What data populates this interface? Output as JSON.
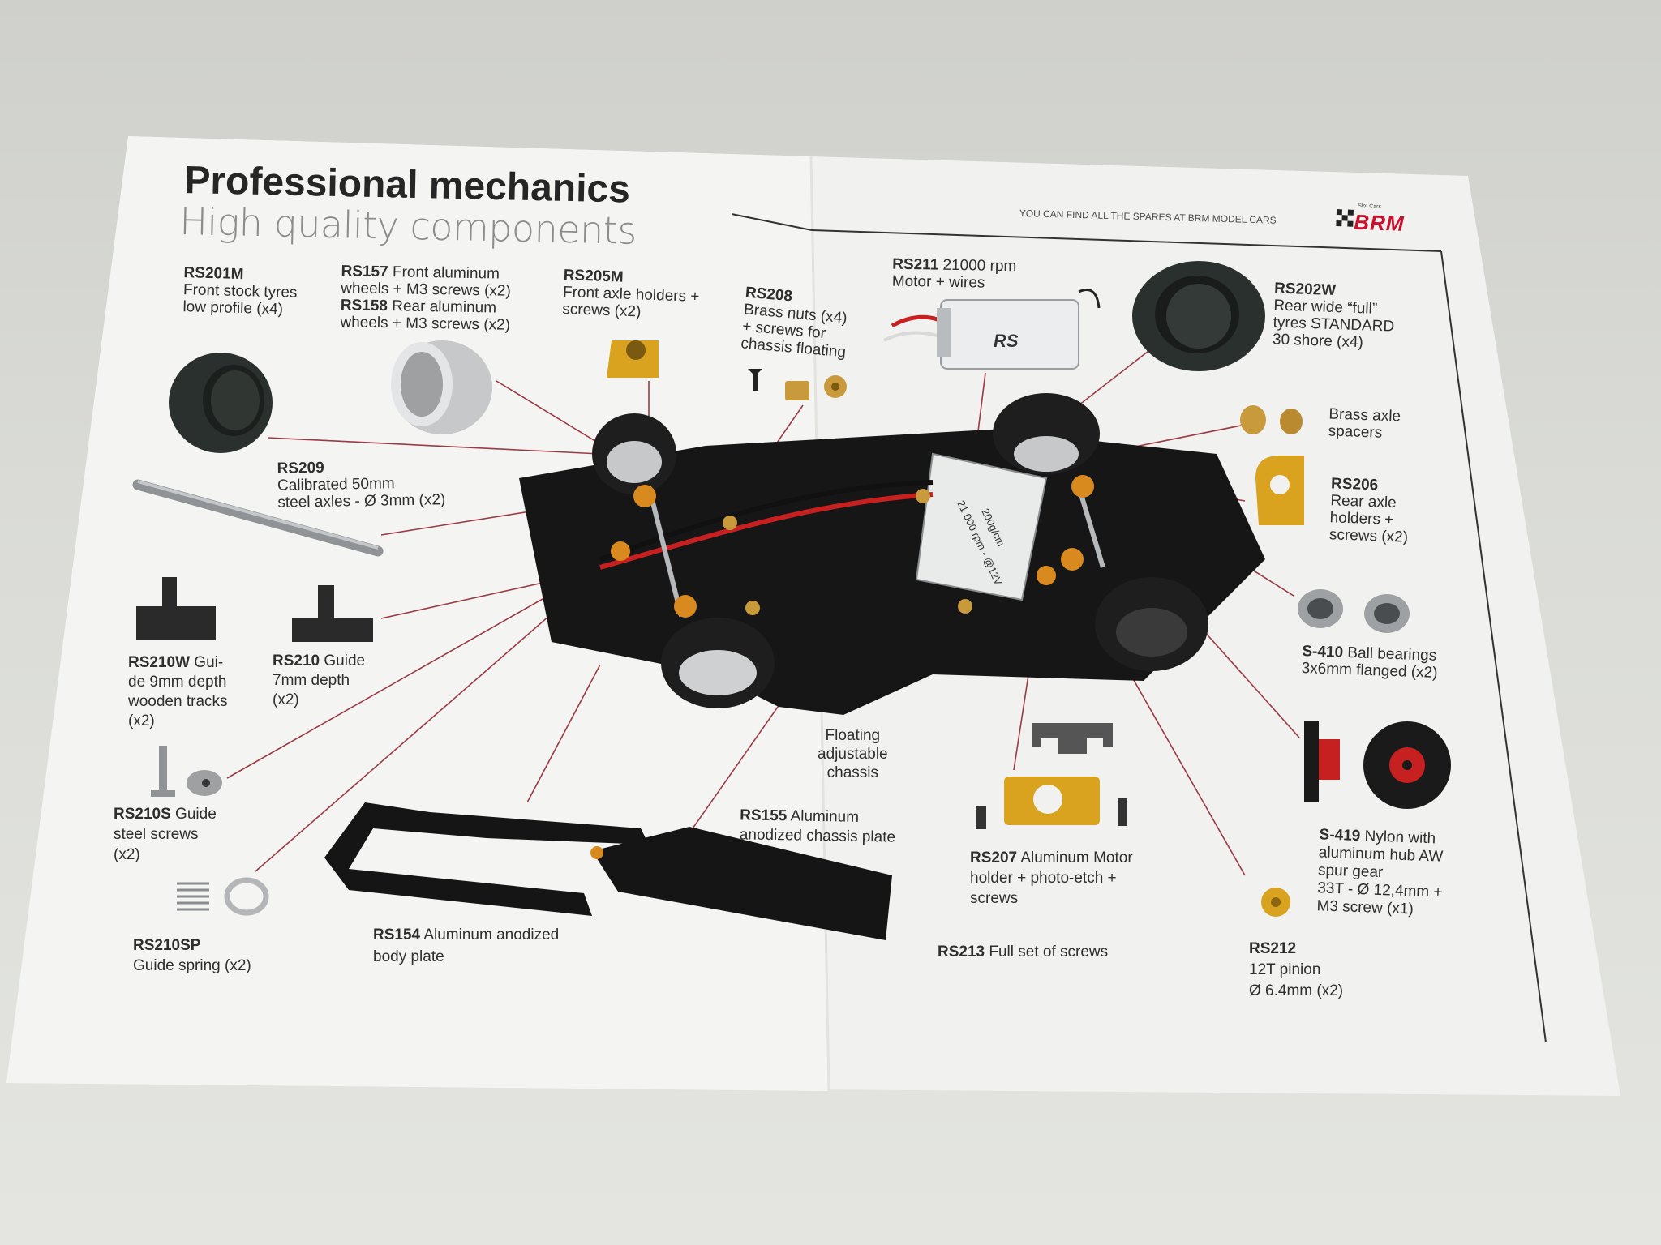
{
  "header": {
    "title": "Professional mechanics",
    "subtitle": "High quality components",
    "tagline": "YOU CAN FIND ALL THE SPARES AT BRM MODEL CARS",
    "brand_small": "Slot Cars",
    "brand_name": "BRM"
  },
  "parts": {
    "rs201m": {
      "code": "RS201M",
      "l1": "Front stock tyres",
      "l2": "low profile (x4)"
    },
    "rs157": {
      "code1": "RS157",
      "l1": " Front aluminum",
      "l2": "wheels + M3 screws (x2)",
      "code2": "RS158",
      "l3": " Rear aluminum",
      "l4": "wheels + M3 screws (x2)"
    },
    "rs205m": {
      "code": "RS205M",
      "l1": "Front axle holders +",
      "l2": "screws (x2)"
    },
    "rs208": {
      "code": "RS208",
      "l1": "Brass nuts (x4)",
      "l2": "+ screws for",
      "l3": "chassis floating"
    },
    "rs211": {
      "code": "RS211",
      "l1": " 21000 rpm",
      "l2": "Motor + wires"
    },
    "rs202w": {
      "code": "RS202W",
      "l1": "Rear wide “full”",
      "l2": "tyres STANDARD",
      "l3": "30 shore (x4)"
    },
    "spacers": {
      "l1": "Brass axle",
      "l2": "spacers"
    },
    "rs206": {
      "code": "RS206",
      "l1": "Rear axle",
      "l2": "holders +",
      "l3": "screws (x2)"
    },
    "rs209": {
      "code": "RS209",
      "l1": "Calibrated 50mm",
      "l2": "steel axles - Ø 3mm (x2)"
    },
    "s410": {
      "code": "S-410",
      "l1": " Ball bearings",
      "l2": "3x6mm flanged (x2)"
    },
    "rs210w": {
      "code": "RS210W",
      "l1": " Gui-",
      "l2": "de 9mm depth",
      "l3": "wooden tracks",
      "l4": "(x2)"
    },
    "rs210": {
      "code": "RS210",
      "l1": " Guide",
      "l2": "7mm depth",
      "l3": "(x2)"
    },
    "floating": {
      "l1": "Floating",
      "l2": "adjustable",
      "l3": "chassis"
    },
    "rs210s": {
      "code": "RS210S",
      "l1": " Guide",
      "l2": "steel screws",
      "l3": "(x2)"
    },
    "rs155": {
      "code": "RS155",
      "l1": " Aluminum",
      "l2": "anodized chassis plate"
    },
    "rs207": {
      "code": "RS207",
      "l1": " Aluminum Motor",
      "l2": "holder + photo-etch +",
      "l3": "screws"
    },
    "s419": {
      "code": "S-419",
      "l1": " Nylon with",
      "l2": "aluminum hub AW",
      "l3": "spur gear",
      "l4": "33T  - Ø 12,4mm +",
      "l5": "M3 screw (x1)"
    },
    "rs210sp": {
      "code": "RS210SP",
      "l1": "Guide spring (x2)"
    },
    "rs154": {
      "code": "RS154",
      "l1": " Aluminum anodized",
      "l2": "body plate"
    },
    "rs213": {
      "code": "RS213",
      "l1": " Full set of screws"
    },
    "rs212": {
      "code": "RS212",
      "l1": "12T pinion",
      "l2": "Ø 6.4mm (x2)"
    }
  },
  "motor_can_text": {
    "l1": "21 000 rpm - @12V",
    "l2": "200g/cm",
    "logo": "RS"
  },
  "colors": {
    "leader_lines": "#9b3a44",
    "chassis": "#161616",
    "gold": "#d9a21f",
    "brand_red": "#c8102e",
    "tyre": "#2a2f2c"
  }
}
